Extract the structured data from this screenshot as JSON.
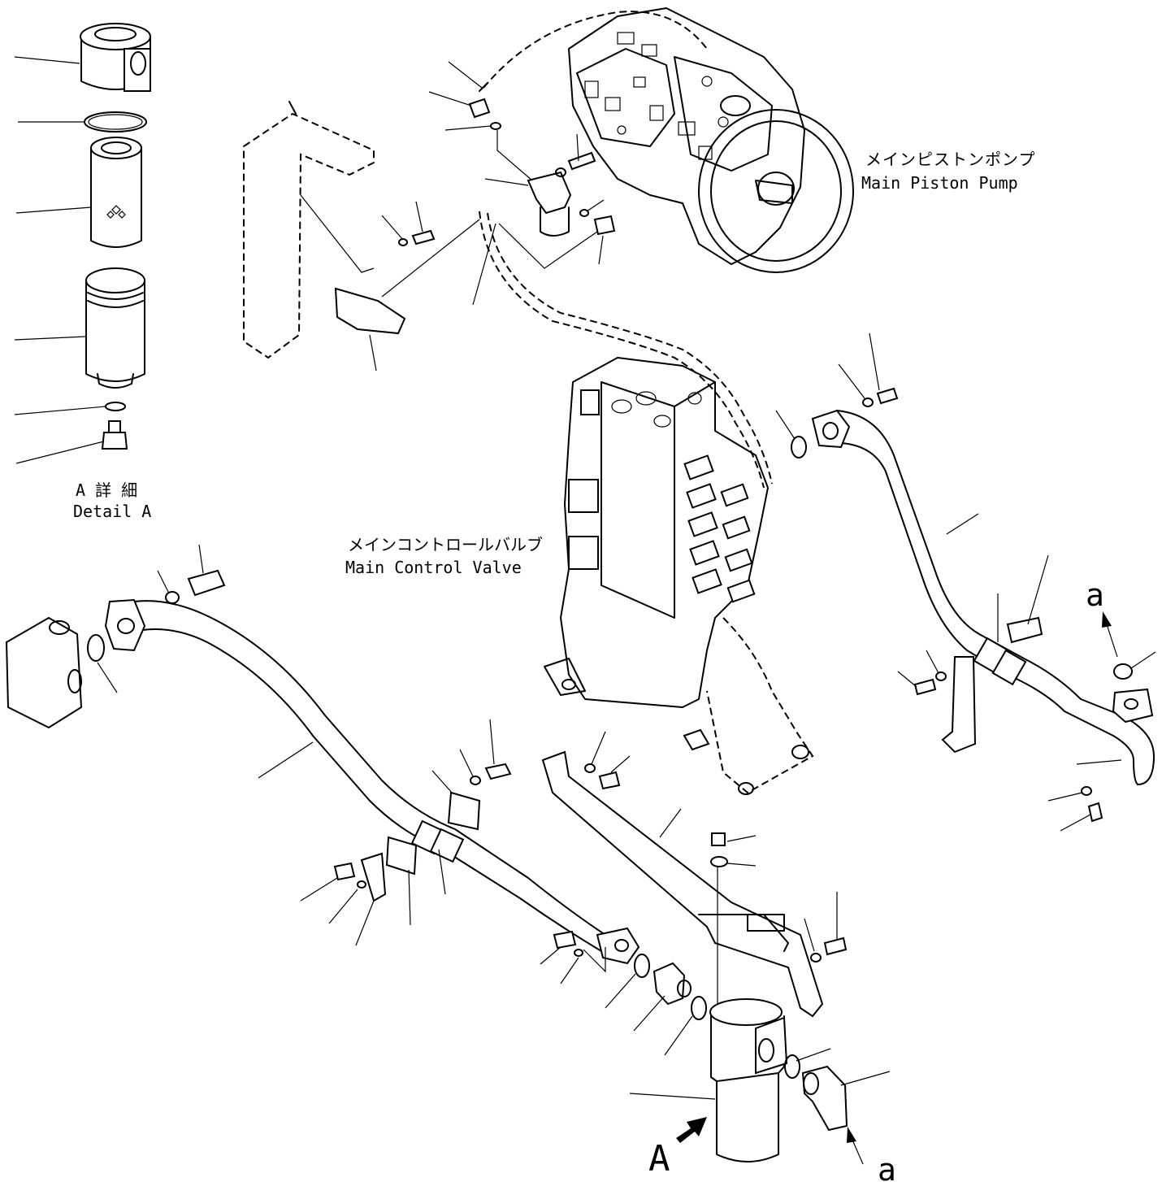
{
  "labels": {
    "pump_jp": "メインピストンポンプ",
    "pump_en": "Main Piston Pump",
    "valve_jp": "メインコントロールバルブ",
    "valve_en": "Main Control Valve",
    "detail_jp": "A 詳 細",
    "detail_en": "Detail A",
    "callout_A": "A",
    "callout_a_top": "a",
    "callout_a_bottom": "a"
  }
}
